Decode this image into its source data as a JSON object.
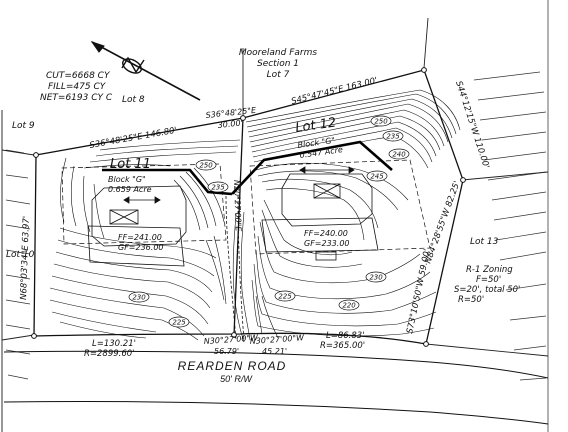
{
  "earthwork": {
    "cut": "CUT=6668 CY",
    "fill": "FILL=475 CY",
    "net": "NET=6193 CY C"
  },
  "subdivision": {
    "name": "Mooreland Farms",
    "section": "Section 1",
    "lot": "Lot 7"
  },
  "adjacent_lots": {
    "lot8": "Lot 8",
    "lot9": "Lot 9",
    "lot10": "Lot 10",
    "lot13": "Lot 13"
  },
  "lots": {
    "lot11": {
      "title": "Lot 11",
      "block": "Block \"G\"",
      "area": "0.659 Acre",
      "ff": "FF=241.00",
      "gf": "GF=236.00"
    },
    "lot12": {
      "title": "Lot 12",
      "block": "Block \"G\"",
      "area": "0.547 Acre",
      "ff": "FF=240.00",
      "gf": "GF=233.00"
    }
  },
  "boundary_labels": {
    "north_lot12": "S45°47'45\"E  163.00'",
    "north_lot11": "S36°48'25\"E  146.80'",
    "shared_top_bearing": "S36°48'25\"E",
    "shared_top_dist": "30.00'",
    "east_top": "S44°12'15\"W  110.00'",
    "east_mid": "N84°28'55\"W  82.25'",
    "east_lower": "S73°10'50\"W  59.00'",
    "west": "N68°03'34\"E  63.97'",
    "divider": "N20°27'00\"E",
    "front_left_bearing": "N30°27'00\"W",
    "front_left_dist": "56.79'",
    "front_right_bearing": "N30°27'00\"W",
    "front_right_dist": "45.21'",
    "curve_left_l": "L=130.21'",
    "curve_left_r": "R=2899.60'",
    "curve_right_l": "L=86.83'",
    "curve_right_r": "R=365.00'"
  },
  "contours": [
    "250",
    "235",
    "240",
    "245",
    "250",
    "230",
    "225",
    "235",
    "230",
    "225",
    "220"
  ],
  "zoning": {
    "title": "R-1 Zoning",
    "front": "F=50'",
    "side": "S=20', total 50'",
    "rear": "R=50'"
  },
  "road": {
    "name": "REARDEN ROAD",
    "row": "50' R/W"
  }
}
